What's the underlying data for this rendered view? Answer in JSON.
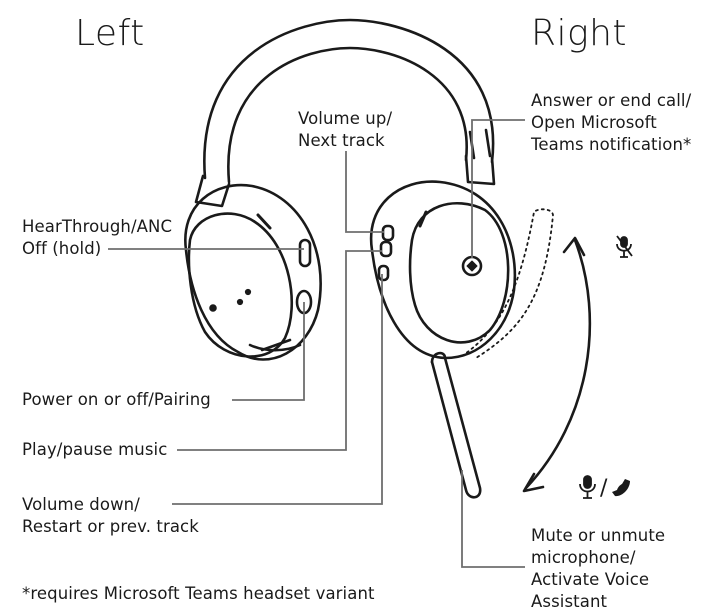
{
  "titles": {
    "left": "Left",
    "right": "Right"
  },
  "labels": {
    "hearthrough_1": "HearThrough/ANC",
    "hearthrough_2": "Off (hold)",
    "volume_up_1": "Volume up/",
    "volume_up_2": "Next track",
    "answer_1": "Answer or end call/",
    "answer_2": "Open Microsoft",
    "answer_3": "Teams notification*",
    "power": "Power on or off/Pairing",
    "play_pause": "Play/pause music",
    "volume_down_1": "Volume down/",
    "volume_down_2": "Restart or prev. track",
    "mute_1": "Mute or unmute",
    "mute_2": "microphone/",
    "mute_3": "Activate Voice",
    "mute_4": "Assistant"
  },
  "footnote": "*requires Microsoft Teams headset variant",
  "icons": {
    "top": "mic-muted-icon",
    "bottom_a": "mic-icon",
    "separator": "/",
    "bottom_b": "phone-icon"
  },
  "colors": {
    "ink": "#1a1a1a",
    "leader": "#6e6e6e"
  }
}
